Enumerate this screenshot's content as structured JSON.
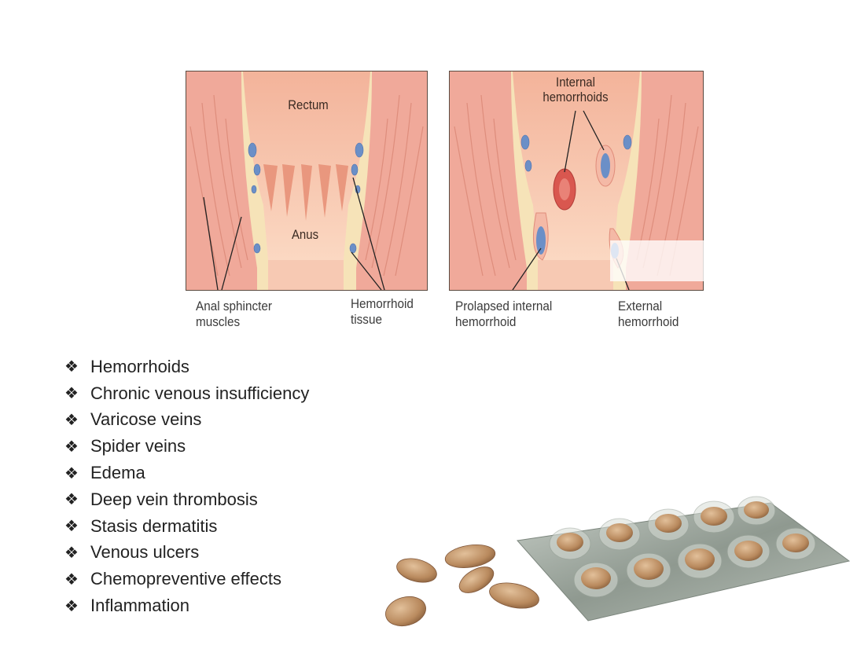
{
  "figure": {
    "left_panel": {
      "labels": {
        "rectum": "Rectum",
        "anus": "Anus"
      },
      "captions": {
        "sphincter": [
          "Anal sphincter",
          "muscles"
        ],
        "tissue": [
          "Hemorrhoid",
          "tissue"
        ]
      }
    },
    "right_panel": {
      "labels": {
        "internal": [
          "Internal",
          "hemorrhoids"
        ]
      },
      "captions": {
        "prolapsed": [
          "Prolapsed internal",
          "hemorrhoid"
        ],
        "external": [
          "External",
          "hemorrhoid"
        ]
      }
    }
  },
  "bullet_glyph": "❖",
  "bullets": [
    "Hemorrhoids",
    "Chronic venous insufficiency",
    "Varicose veins",
    "Spider veins",
    "Edema",
    "Deep vein thrombosis",
    "Stasis dermatitis",
    "Venous ulcers",
    "Chemopreventive effects",
    "Inflammation"
  ],
  "colors": {
    "tissue": "#f0a99a",
    "lumen": "#f7c6ae",
    "fat": "#f6e3b8",
    "vein": "#6b8fc7",
    "hemorrhoid": "#d9574f",
    "pill": "#b98a5e",
    "blister": "#9aa49a"
  }
}
